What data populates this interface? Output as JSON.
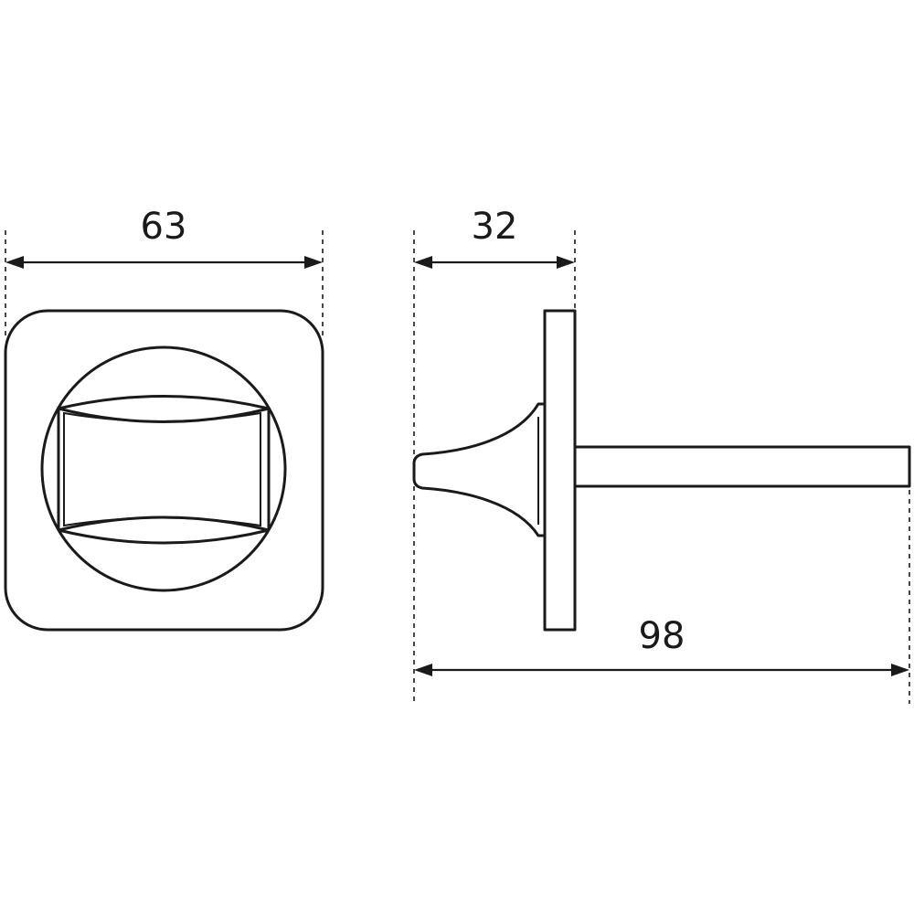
{
  "dimensions": {
    "front_width": "63",
    "side_depth": "32",
    "overall_length": "98"
  }
}
